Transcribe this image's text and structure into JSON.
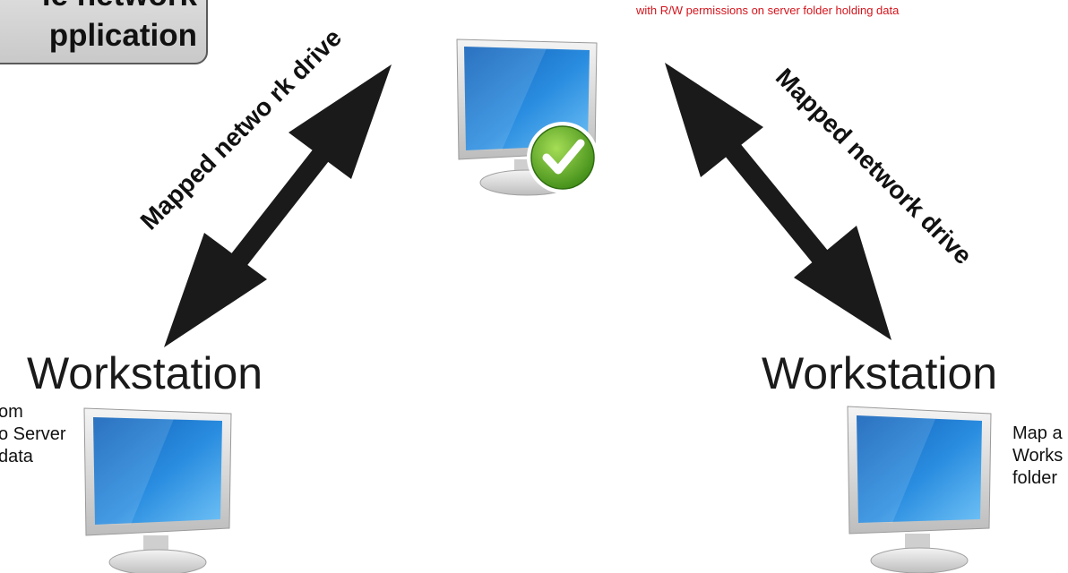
{
  "title": {
    "line1": "le network",
    "line2": "pplication"
  },
  "server_note": "with R/W permissions on server  folder holding data",
  "workstations": {
    "left": {
      "label": "Workstation",
      "note_lines": [
        "om",
        "o Server",
        " data"
      ]
    },
    "right": {
      "label": "Workstation",
      "note_lines": [
        "Map a",
        "Works",
        "folder"
      ]
    }
  },
  "arrows": {
    "left_label": "Mapped netwo rk drive",
    "right_label": "Mapped network drive"
  },
  "icons": {
    "server": "monitor-with-checkmark-icon",
    "workstation": "monitor-icon"
  },
  "colors": {
    "note_red": "#d4141c",
    "check_green": "#6cb62e",
    "screen_blue": "#1e7fd6"
  }
}
